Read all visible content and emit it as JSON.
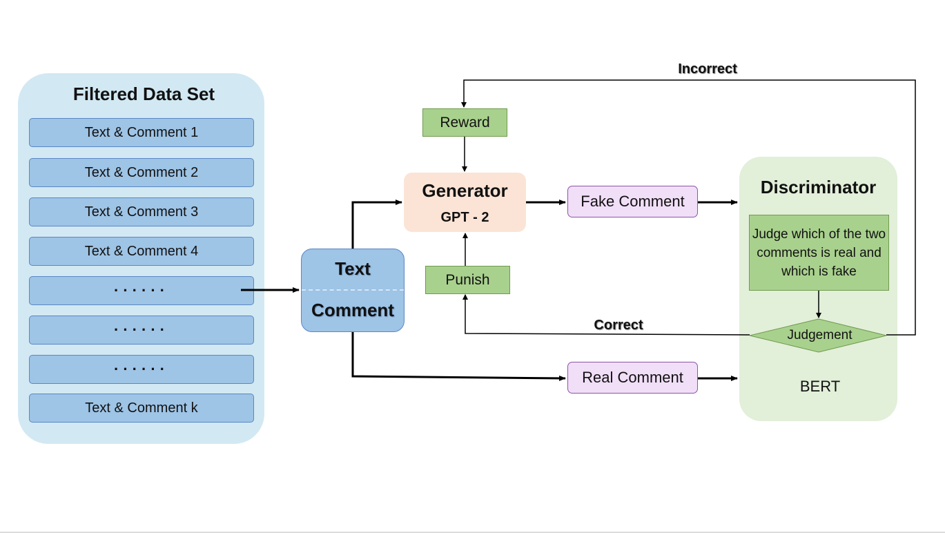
{
  "dataset": {
    "title": "Filtered Data Set",
    "items": [
      "Text & Comment 1",
      "Text & Comment 2",
      "Text & Comment 3",
      "Text & Comment 4",
      "······",
      "······",
      "······",
      "Text & Comment k"
    ]
  },
  "text_comment": {
    "text": "Text",
    "comment": "Comment"
  },
  "generator": {
    "title": "Generator",
    "subtitle": "GPT - 2"
  },
  "reward": "Reward",
  "punish": "Punish",
  "fake_comment": "Fake Comment",
  "real_comment": "Real Comment",
  "discriminator": {
    "title": "Discriminator",
    "task": "Judge which of the two comments is real and which is fake",
    "judgement": "Judgement",
    "model": "BERT"
  },
  "edges": {
    "incorrect": "Incorrect",
    "correct": "Correct"
  },
  "colors": {
    "dataset_panel": "#d2e9f3",
    "item_fill": "#9ec4e6",
    "generator_fill": "#fbe4d6",
    "green_fill": "#a9d18e",
    "comment_fill": "#f1def7",
    "discriminator_panel": "#e2efd9"
  }
}
